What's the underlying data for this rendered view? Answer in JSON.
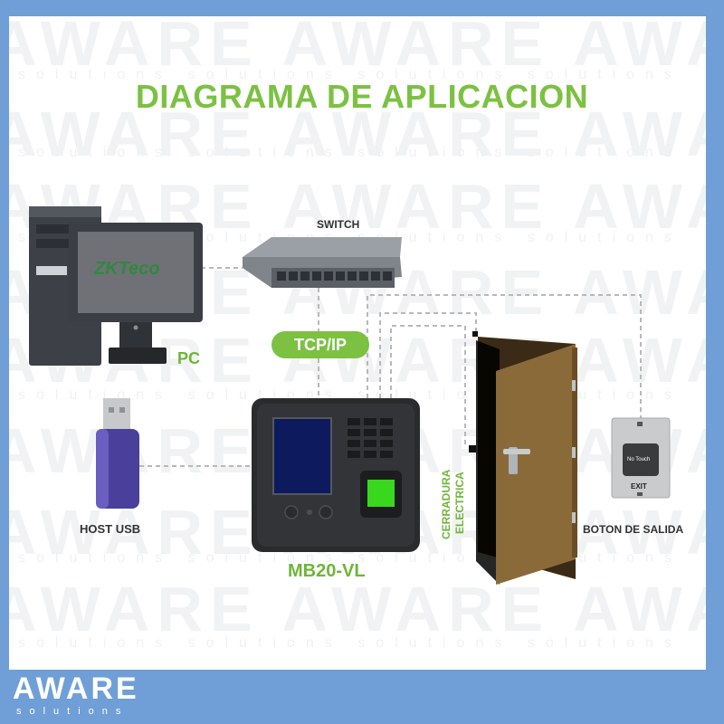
{
  "title": "DIAGRAMA DE APLICACION",
  "watermark": {
    "brand": "AWARE",
    "tagline": "solutions"
  },
  "labels": {
    "pc": "PC",
    "switch": "SWITCH",
    "tcp": "TCP/IP",
    "host_usb": "HOST USB",
    "device": "MB20-VL",
    "lock_line1": "CERRADURA",
    "lock_line2": "ELECTRICA",
    "exit_button": "BOTON DE SALIDA"
  },
  "screen_logo": "ZKTeco",
  "exit_button_face": {
    "top": "No Touch",
    "bottom": "EXIT"
  },
  "footer": {
    "brand": "AWARE",
    "tagline": "solutions"
  },
  "colors": {
    "accent_green": "#7cc142",
    "background_blue": "#6f9fd6",
    "door_brown": "#8b6a3a",
    "usb_purple": "#4a3f9a"
  }
}
